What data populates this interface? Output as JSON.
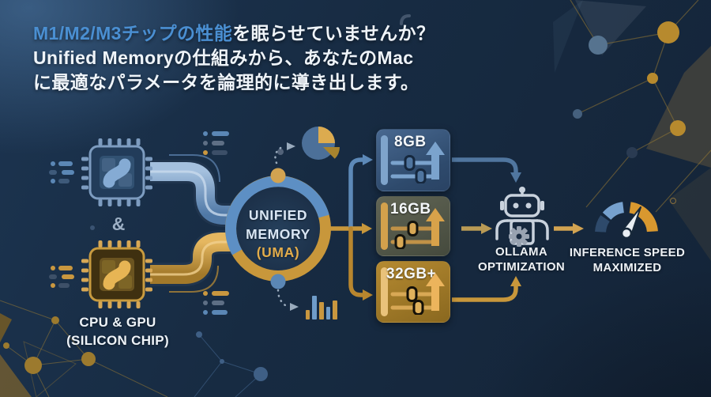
{
  "header": {
    "line1_highlight": "M1/M2/M3チップの性能",
    "line1_rest": "を眠らせていませんか？",
    "line2": "Unified Memoryの仕組みから、あなたのMac",
    "line3": "に最適なパラメータを論理的に導き出します。"
  },
  "source": {
    "amp": "&",
    "caption_line1": "CPU & GPU",
    "caption_line2": "(SILICON CHIP)"
  },
  "uma": {
    "line1": "UNIFIED",
    "line2": "MEMORY",
    "line3": "(UMA)"
  },
  "memory_tiers": [
    {
      "label": "8GB",
      "theme_color": "#7fa4cb"
    },
    {
      "label": "16GB",
      "theme_color": "#d3a14c"
    },
    {
      "label": "32GB+",
      "theme_color": "#e9c27a"
    }
  ],
  "optimization": {
    "line1": "OLLAMA",
    "line2": "OPTIMIZATION"
  },
  "result": {
    "line1": "INFERENCE SPEED",
    "line2": "MAXIMIZED"
  },
  "icons": {
    "cpu-chip-icon": "blue processor chip",
    "gpu-chip-icon": "gold processor chip",
    "pie-chart-icon": "pie chart",
    "bar-chart-icon": "bar chart",
    "sliders-icon": "parameter sliders",
    "up-arrow-icon": "increase arrow",
    "robot-icon": "robot with gear",
    "gauge-icon": "speedometer gauge"
  },
  "colors": {
    "background": "#172b42",
    "title_highlight": "#4a8fd2",
    "text_primary": "#eff4f9",
    "blue_accent": "#5b87b5",
    "gold_accent": "#d9a84e"
  }
}
